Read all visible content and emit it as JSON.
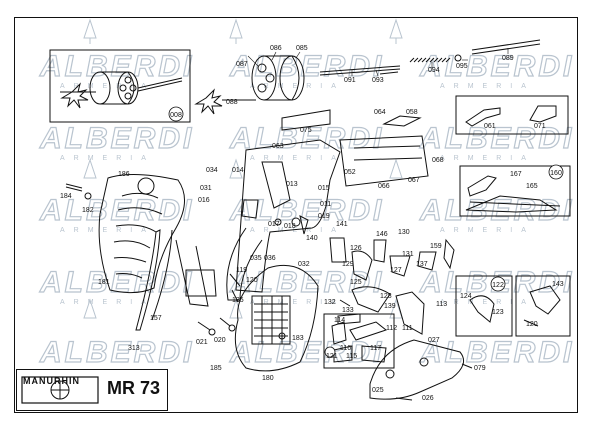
{
  "watermark": {
    "brand": "ALBERDI",
    "sub": "ARMERIA"
  },
  "brand": {
    "maker": "MANURHIN",
    "model": "MR 73"
  },
  "insets": [
    "008",
    "160",
    "122",
    "143"
  ],
  "parts": {
    "p086": "086",
    "p085": "085",
    "p087": "087",
    "p088": "088",
    "p091": "091",
    "p093": "093",
    "p094": "094",
    "p095": "095",
    "p089": "089",
    "p064": "064",
    "p058": "058",
    "p061": "061",
    "p071": "071",
    "p075": "075",
    "p063": "063",
    "p068": "068",
    "p052": "052",
    "p066": "066",
    "p067": "067",
    "p186": "186",
    "p184": "184",
    "p182": "182",
    "p181": "181",
    "p034": "034",
    "p014": "014",
    "p031": "031",
    "p016": "016",
    "p013": "013",
    "p015": "015",
    "p011": "011",
    "p019": "019",
    "p017": "017",
    "p018": "018",
    "p141": "141",
    "p140": "140",
    "p032": "032",
    "p035": "035",
    "p036": "036",
    "p119": "119",
    "p120": "120",
    "p135": "135",
    "p157": "157",
    "p313": "313",
    "p021": "021",
    "p020": "020",
    "p185": "185",
    "p180": "180",
    "p183": "183",
    "p167": "167",
    "p165": "165",
    "p146": "146",
    "p130": "130",
    "p159": "159",
    "p126": "126",
    "p129": "129",
    "p127": "127",
    "p137": "137",
    "p131": "131",
    "p125": "125",
    "p128": "128",
    "p139": "139",
    "p113": "113",
    "p132": "132",
    "p133": "133",
    "p114": "114",
    "p112": "112",
    "p111": "111",
    "p116": "116",
    "p117": "117",
    "p121": "121",
    "p115": "115",
    "p027": "027",
    "p025": "025",
    "p026": "026",
    "p079": "079",
    "p124": "124",
    "p123": "123",
    "p143": "143",
    "p120b": "120"
  }
}
